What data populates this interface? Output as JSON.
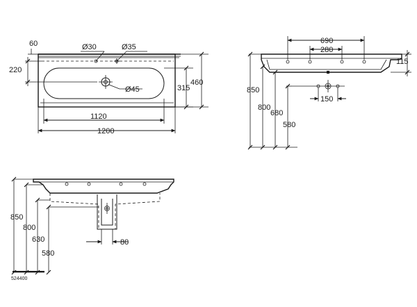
{
  "top_view": {
    "d60": "60",
    "d220": "220",
    "d_ø30": "Ø30",
    "d_ø35": "Ø35",
    "d_ø45": "Ø45",
    "d315": "315",
    "d460": "460",
    "d1120": "1120",
    "d1200": "1200"
  },
  "side_view": {
    "d690": "690",
    "d280": "280",
    "d115": "115",
    "d850": "850",
    "d800": "800",
    "d680": "680",
    "d580": "580",
    "d150": "150"
  },
  "front_view": {
    "d850": "850",
    "d800": "800",
    "d630": "630",
    "d580": "580",
    "d80": "80"
  },
  "drawing_code": "524400",
  "colors": {
    "line": "#1a1a1a",
    "background": "#ffffff"
  }
}
